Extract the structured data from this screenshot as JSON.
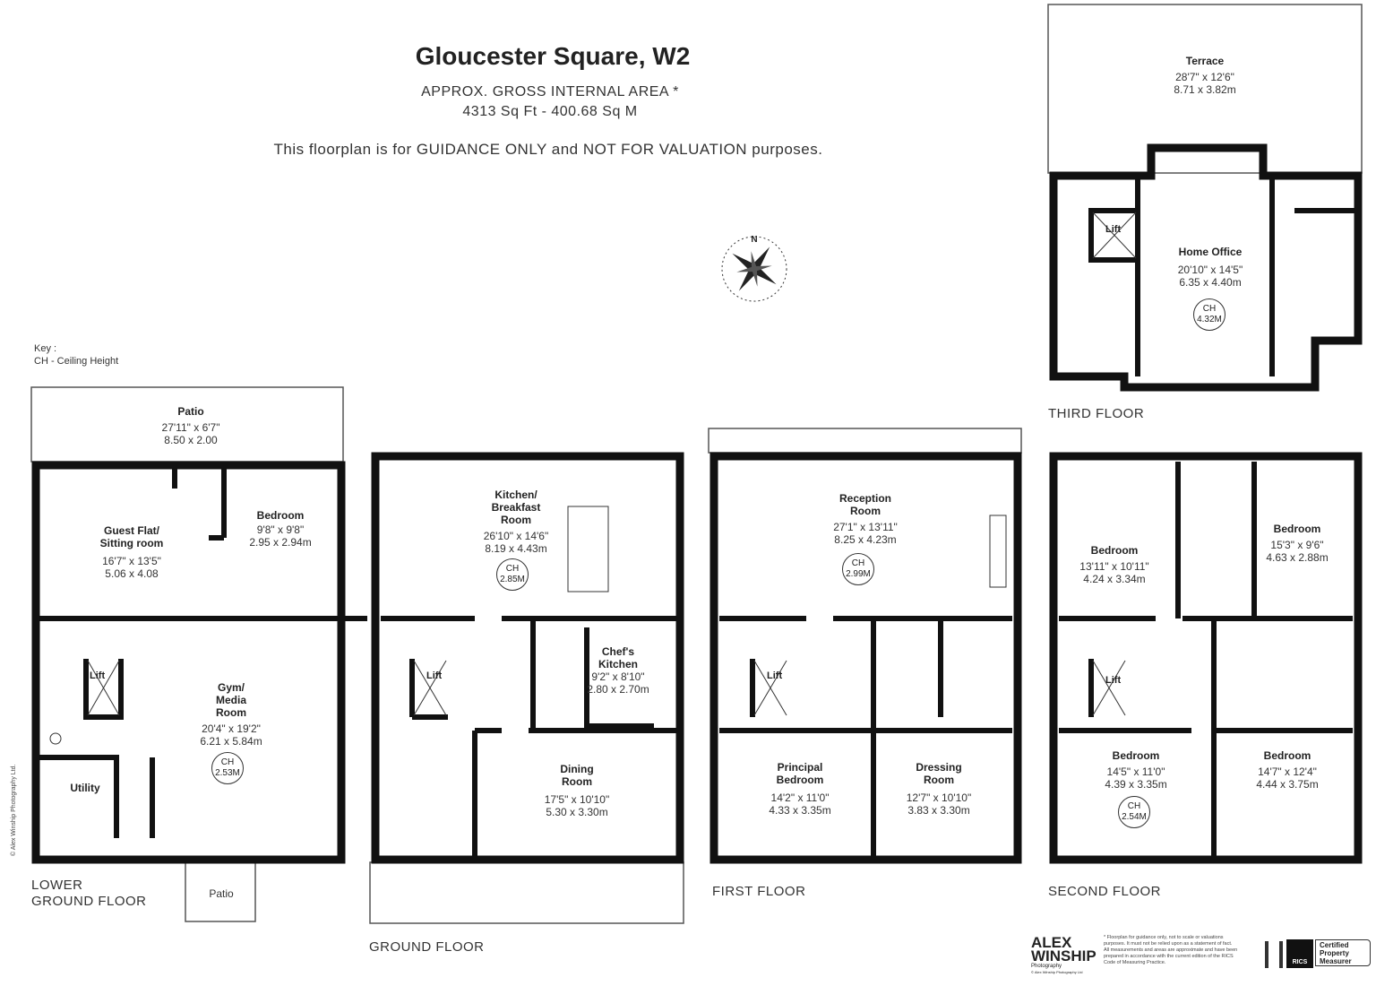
{
  "header": {
    "title": "Gloucester Square, W2",
    "area_label": "APPROX. GROSS INTERNAL  AREA *",
    "area_value": "4313 Sq Ft  -  400.68 Sq M",
    "disclaimer": "This floorplan is for GUIDANCE ONLY and NOT FOR VALUATION purposes."
  },
  "key": {
    "title": "Key :",
    "item": "CH - Ceiling Height"
  },
  "lift_label": "Lift",
  "ch_label": "CH",
  "floors": [
    {
      "label_1": "LOWER",
      "label_2": "GROUND FLOOR",
      "rooms": [
        {
          "name": "Patio",
          "imperial": "27'11\" x 6'7\"",
          "metric": "8.50 x 2.00"
        },
        {
          "name": "Guest Flat/",
          "name2": "Sitting room",
          "imperial": "16'7\" x 13'5\"",
          "metric": "5.06 x 4.08"
        },
        {
          "name": "Bedroom",
          "imperial": "9'8\" x 9'8\"",
          "metric": "2.95 x 2.94m"
        },
        {
          "name": "Gym/",
          "name2": "Media",
          "name3": "Room",
          "imperial": "20'4\" x 19'2\"",
          "metric": "6.21 x 5.84m",
          "ch": "2.53M"
        },
        {
          "name": "Utility"
        },
        {
          "name": "Patio"
        }
      ]
    },
    {
      "label_1": "GROUND FLOOR",
      "rooms": [
        {
          "name": "Kitchen/",
          "name2": "Breakfast",
          "name3": "Room",
          "imperial": "26'10\" x 14'6\"",
          "metric": "8.19 x 4.43m",
          "ch": "2.85M"
        },
        {
          "name": "Chef's",
          "name2": "Kitchen",
          "imperial": "9'2\" x 8'10\"",
          "metric": "2.80 x 2.70m"
        },
        {
          "name": "Dining",
          "name2": "Room",
          "imperial": "17'5\" x 10'10\"",
          "metric": "5.30 x 3.30m"
        }
      ]
    },
    {
      "label_1": "FIRST FLOOR",
      "rooms": [
        {
          "name": "Reception",
          "name2": "Room",
          "imperial": "27'1\" x 13'11\"",
          "metric": "8.25 x 4.23m",
          "ch": "2.99M"
        },
        {
          "name": "Principal",
          "name2": "Bedroom",
          "imperial": "14'2\" x 11'0\"",
          "metric": "4.33 x 3.35m"
        },
        {
          "name": "Dressing",
          "name2": "Room",
          "imperial": "12'7\" x 10'10\"",
          "metric": "3.83 x 3.30m"
        }
      ]
    },
    {
      "label_1": "SECOND FLOOR",
      "rooms": [
        {
          "name": "Bedroom",
          "imperial": "13'11\" x 10'11\"",
          "metric": "4.24 x 3.34m"
        },
        {
          "name": "Bedroom",
          "imperial": "15'3\" x 9'6\"",
          "metric": "4.63 x 2.88m"
        },
        {
          "name": "Bedroom",
          "imperial": "14'5\" x 11'0\"",
          "metric": "4.39 x 3.35m",
          "ch": "2.54M"
        },
        {
          "name": "Bedroom",
          "imperial": "14'7\" x 12'4\"",
          "metric": "4.44 x 3.75m"
        }
      ]
    },
    {
      "label_1": "THIRD FLOOR",
      "rooms": [
        {
          "name": "Terrace",
          "imperial": "28'7\" x 12'6\"",
          "metric": "8.71 x 3.82m"
        },
        {
          "name": "Home Office",
          "imperial": "20'10\" x 14'5\"",
          "metric": "6.35 x 4.40m",
          "ch": "4.32M"
        }
      ]
    }
  ],
  "footer": {
    "brand_1": "ALEX",
    "brand_2": "WINSHIP",
    "brand_sub": "Photography",
    "brand_copy": "© Alex Winship Photography Ltd",
    "note": "* Floorplan for guidance only, not to scale or valuations purposes. It must not be relied upon as a statement of fact. All measurements and areas are approximate and have been prepared in accordance with the current edition of the RICS Code of Measuring Practice.",
    "rics": "RICS",
    "cert": "Certified Property Measurer",
    "side_copyright": "© Alex Winship Photography Ltd."
  },
  "compass": {
    "north": "N"
  }
}
